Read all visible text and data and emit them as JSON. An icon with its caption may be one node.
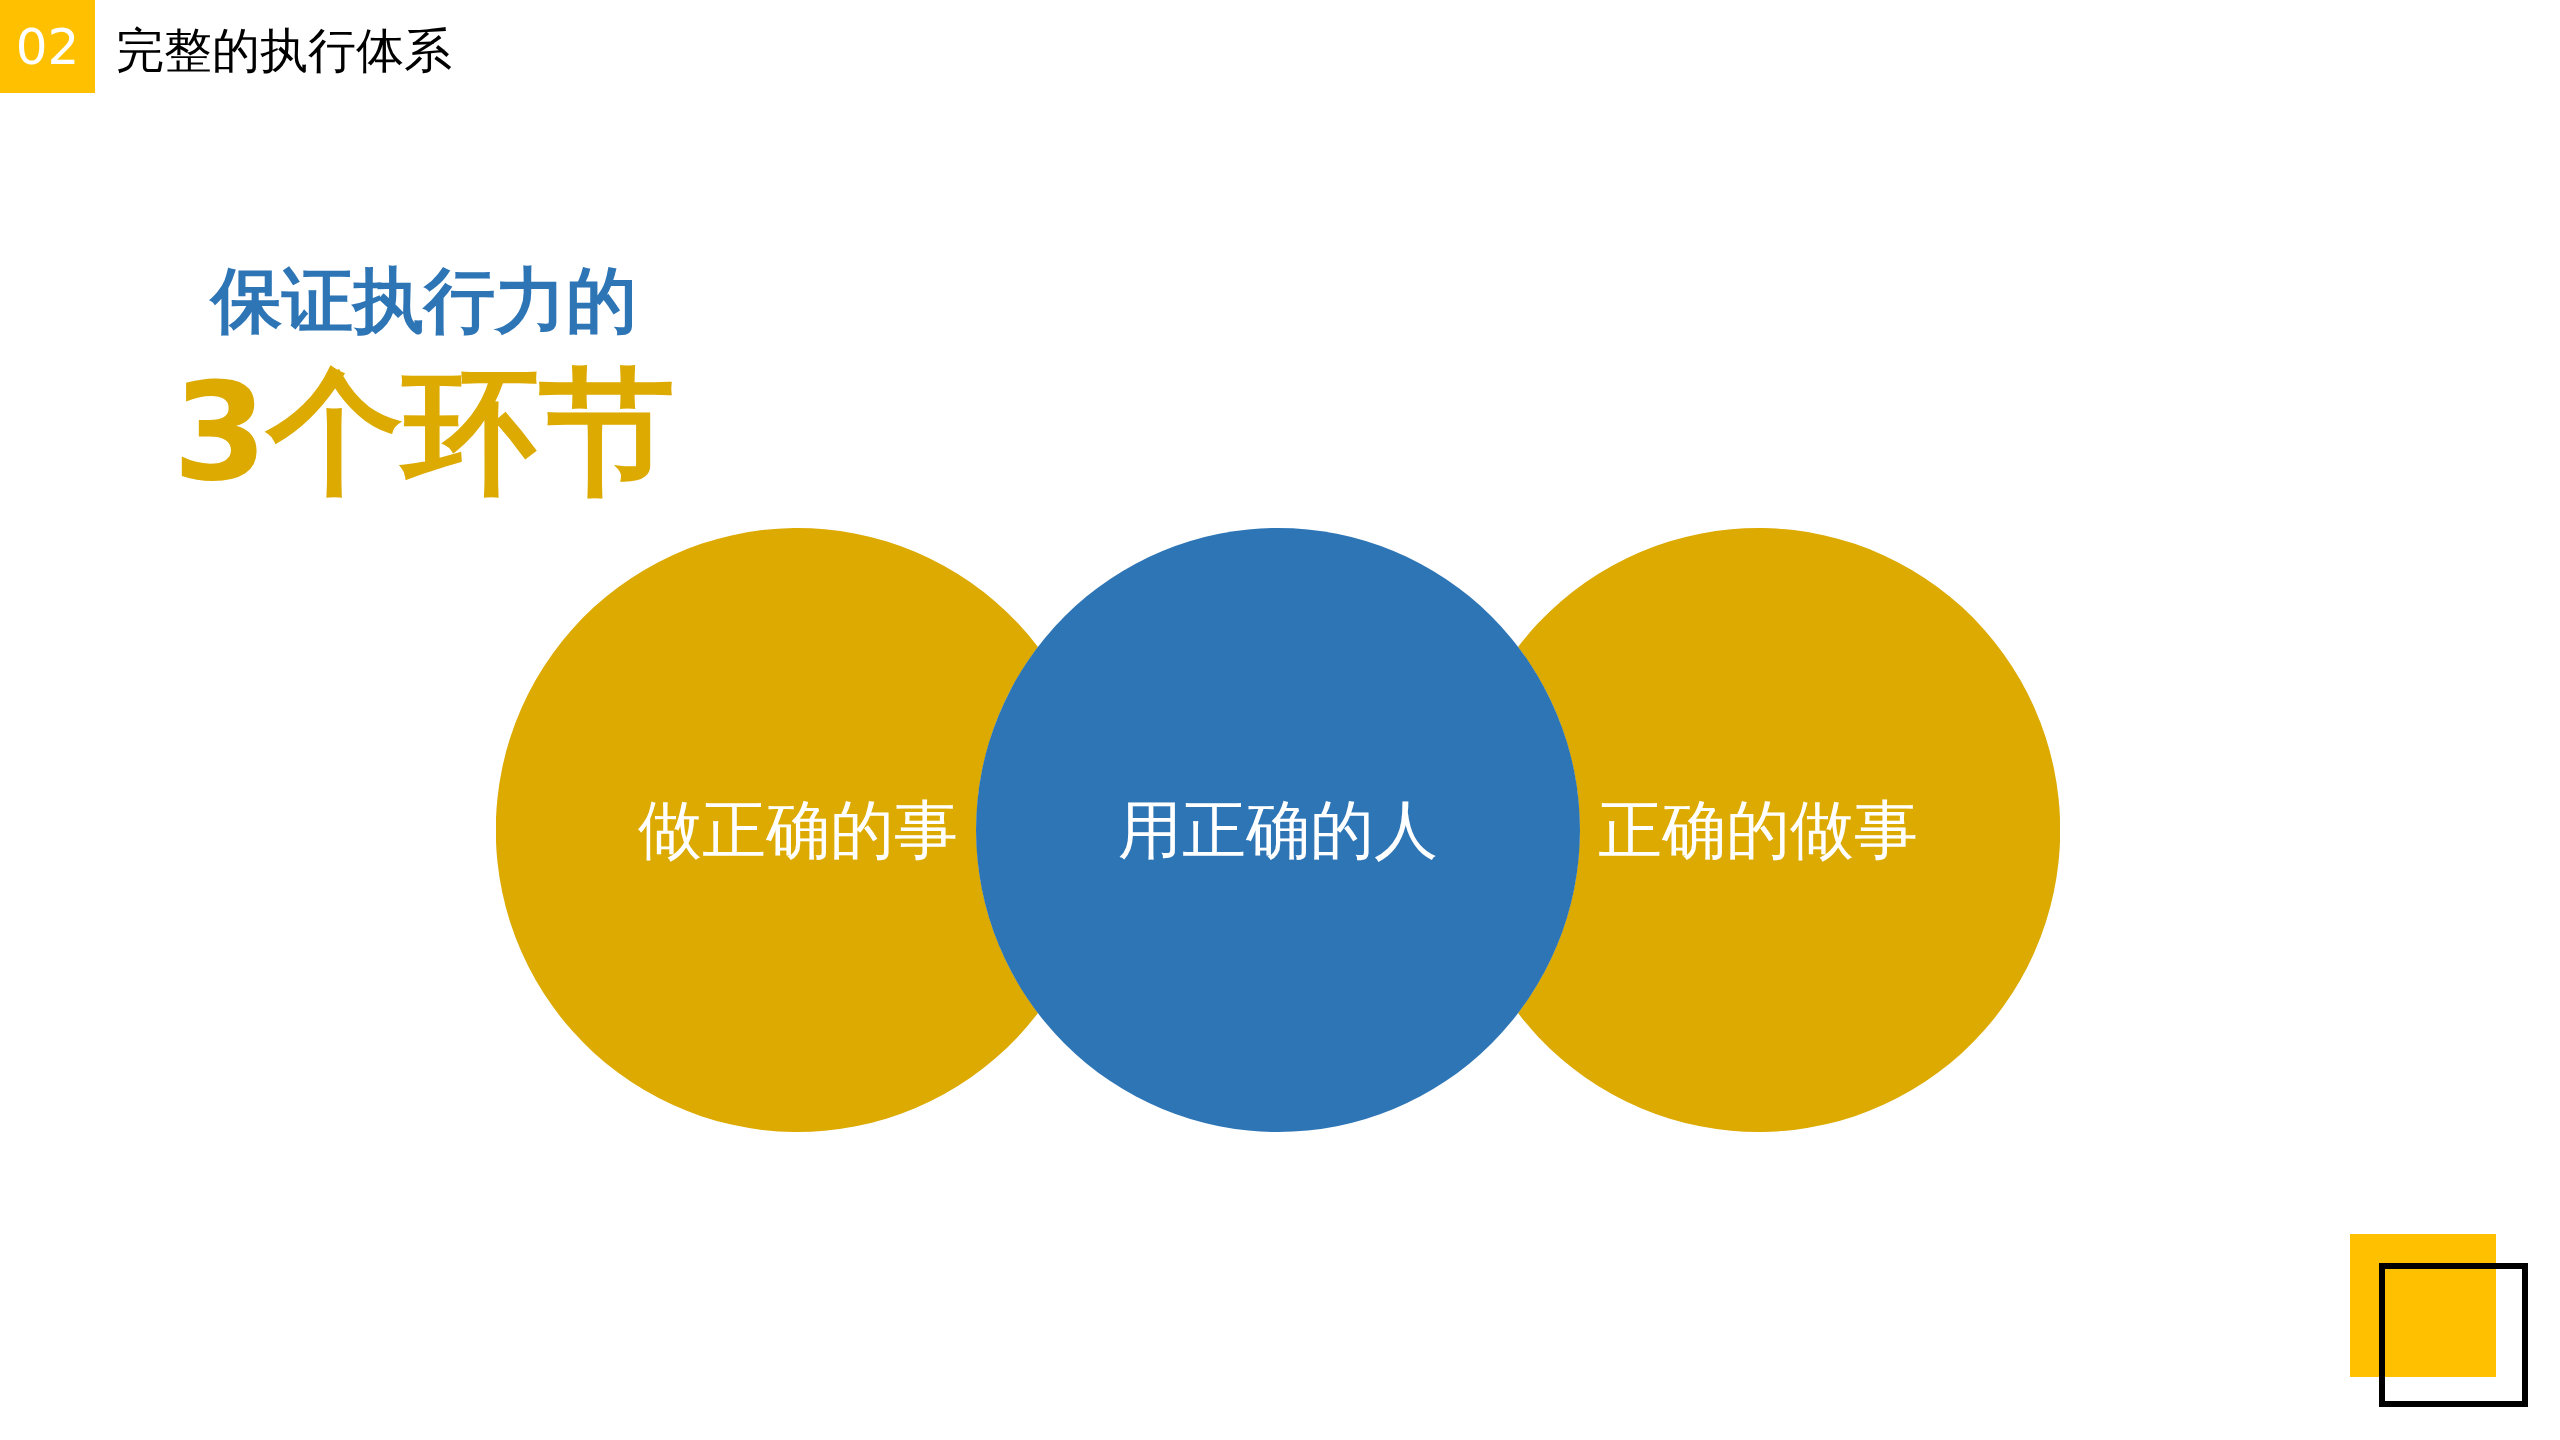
{
  "diagram": {
    "title": "完整的执行体系",
    "nodes": [
      {
        "text": [
          "做正确的事"
        ]
      },
      {
        "text": [
          "用正确的人"
        ]
      },
      {
        "text": [
          "正确的做事"
        ]
      }
    ],
    "edges": [],
    "labels": [
      "02",
      "保证执行力的",
      "3个环节"
    ]
  }
}
